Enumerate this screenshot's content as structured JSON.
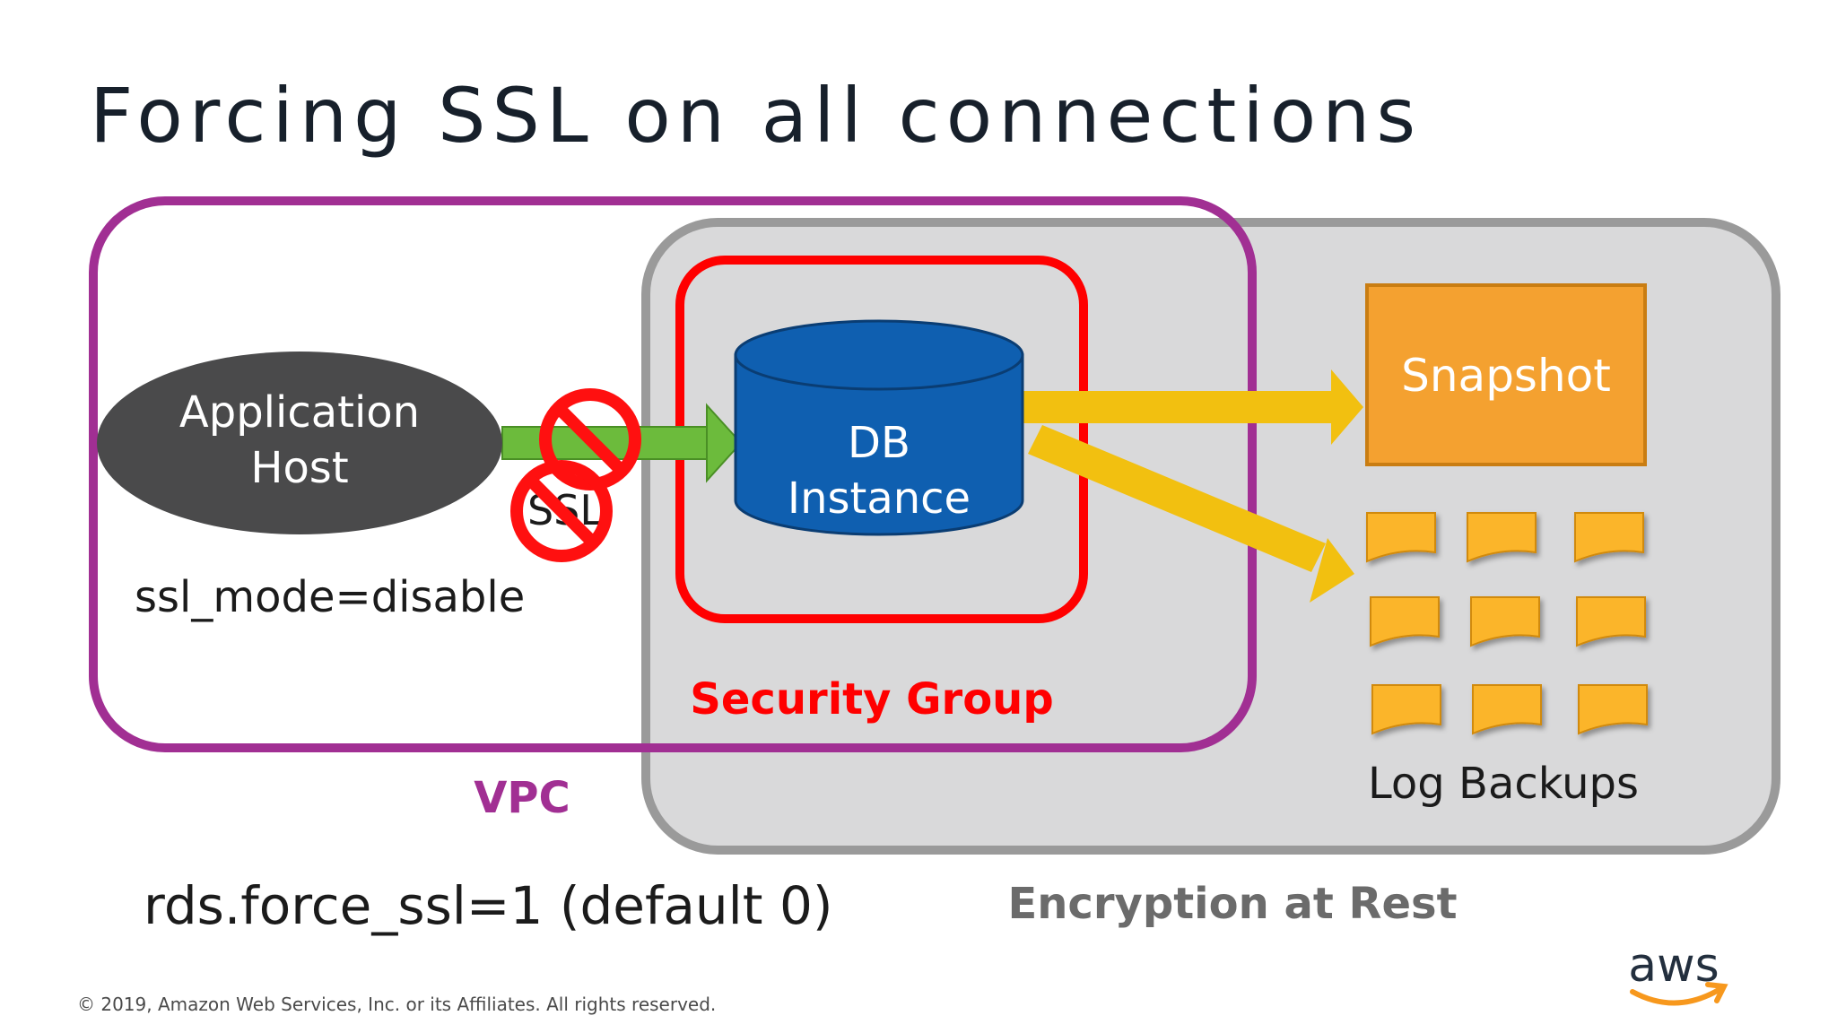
{
  "title": "Forcing SSL on all connections",
  "footer": "© 2019, Amazon Web Services, Inc. or its Affiliates. All rights reserved.",
  "logo_text": "aws",
  "vpc": {
    "label": "VPC",
    "color": "#a12f93"
  },
  "encryption": {
    "label": "Encryption at Rest",
    "fill": "#d9d9da",
    "border": "#9a9a9a"
  },
  "security_group": {
    "label": "Security Group",
    "color": "#ff0000"
  },
  "app_host": {
    "line1": "Application",
    "line2": "Host",
    "fill": "#4a4a4b"
  },
  "ssl_mode": "ssl_mode=disable",
  "ssl_label": "SSL",
  "db": {
    "line1": "DB",
    "line2": "Instance",
    "fill": "#0f5fb0"
  },
  "snapshot": {
    "label": "Snapshot",
    "fill": "#f4a130"
  },
  "log_backups": {
    "label": "Log Backups",
    "fill": "#fbb52a"
  },
  "force_ssl": "rds.force_ssl=1 (default 0)",
  "colors": {
    "green_arrow": "#6cbb3c",
    "yellow_arrow": "#f2c010",
    "no_sign": "#ff1010",
    "aws_smile": "#f7981d"
  }
}
